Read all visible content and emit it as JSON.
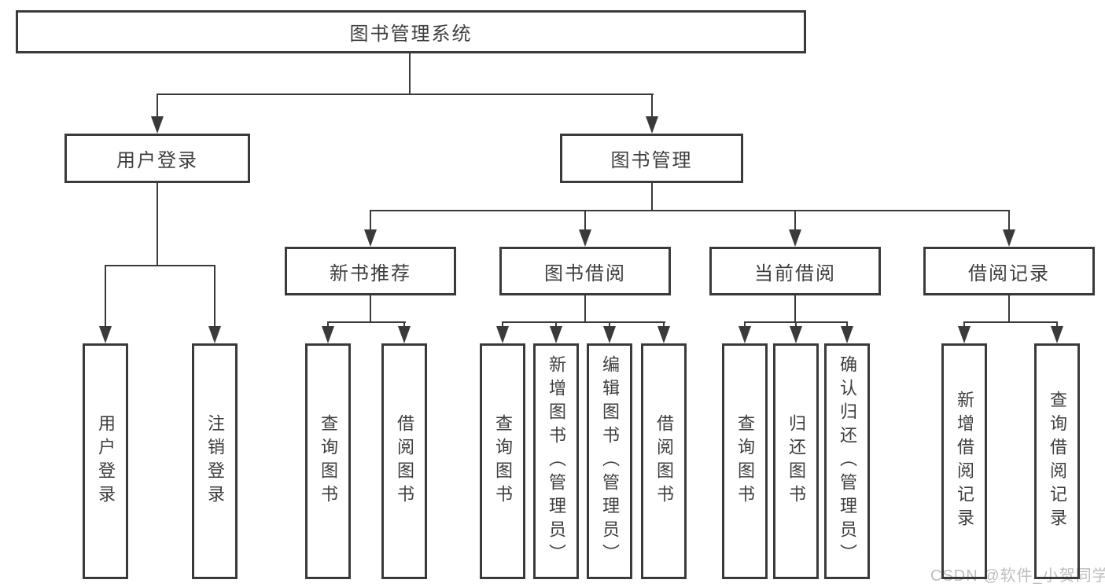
{
  "diagram": {
    "root": {
      "label": "图书管理系统"
    },
    "branches": [
      {
        "label": "用户登录",
        "children": [
          {
            "label": "用户登录"
          },
          {
            "label": "注销登录"
          }
        ]
      },
      {
        "label": "图书管理",
        "children": [
          {
            "label": "新书推荐",
            "children": [
              {
                "label": "查询图书"
              },
              {
                "label": "借阅图书"
              }
            ]
          },
          {
            "label": "图书借阅",
            "children": [
              {
                "label": "查询图书"
              },
              {
                "label": "新增图书（管理员）"
              },
              {
                "label": "编辑图书（管理员）"
              },
              {
                "label": "借阅图书"
              }
            ]
          },
          {
            "label": "当前借阅",
            "children": [
              {
                "label": "查询图书"
              },
              {
                "label": "归还图书"
              },
              {
                "label": "确认归还（管理员）"
              }
            ]
          },
          {
            "label": "借阅记录",
            "children": [
              {
                "label": "新增借阅记录"
              },
              {
                "label": "查询借阅记录"
              }
            ]
          }
        ]
      }
    ]
  },
  "watermark": {
    "text": "CSDN @软件_小贺同学"
  },
  "colors": {
    "line": "#3a3a3a",
    "text": "#3e3e3e",
    "watermark": "#bdbdbd",
    "background": "#ffffff"
  }
}
